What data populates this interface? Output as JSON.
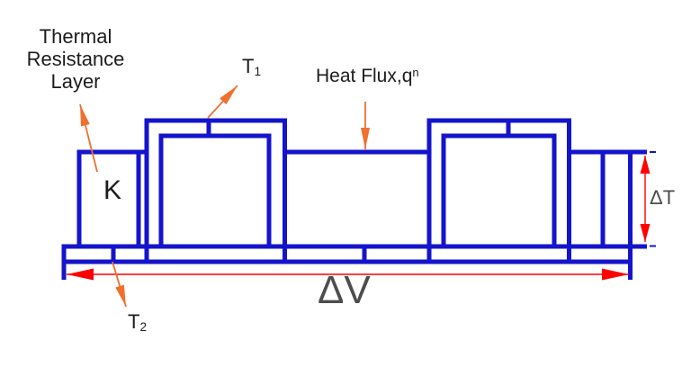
{
  "diagram_title": "Thermal resistance layer heat flux cross-section",
  "labels": {
    "thermal_resistance_layer": "Thermal\nResistance\nLayer",
    "t1": {
      "base": "T",
      "sub": "1"
    },
    "t2": {
      "base": "T",
      "sub": "2"
    },
    "heat_flux": {
      "base": "Heat Flux,q",
      "sup": "n"
    },
    "k": "K",
    "delta_v": "ΔV",
    "delta_t": "ΔT"
  },
  "colors": {
    "structure": "#1414cc",
    "leader": "#f0702e",
    "dimension": "#ff0000",
    "dim-text": "#4d4d4d",
    "text": "#1c1c1c",
    "background": "#ffffff"
  }
}
